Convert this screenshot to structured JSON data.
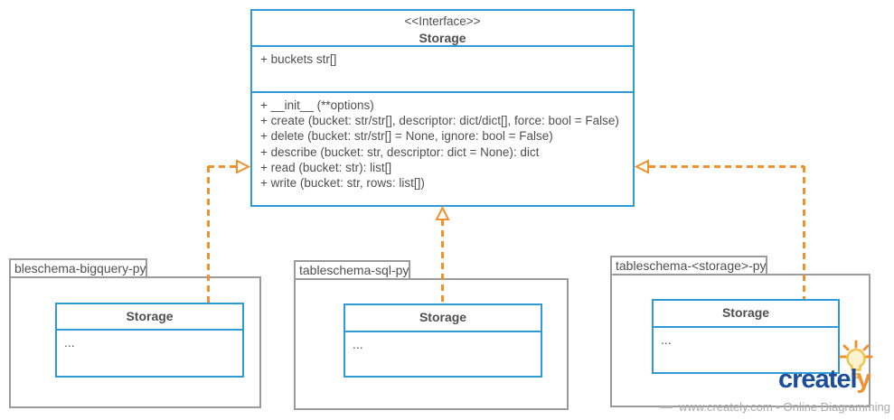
{
  "colors": {
    "class_border": "#2e9bd6",
    "package_border": "#9b9b9b",
    "text": "#4f4f4f",
    "connector_orange": "#f0912e",
    "logo_blue": "#1d4e9b",
    "logo_orange": "#f0912e",
    "watermark_gray": "#a9a9a9"
  },
  "interface": {
    "stereotype": "<<Interface>>",
    "name": "Storage",
    "attributes": {
      "0": "+ buckets str[]"
    },
    "methods": {
      "0": "+ __init__ (**options)",
      "1": "+ create (bucket: str/str[], descriptor: dict/dict[], force: bool = False)",
      "2": "+ delete (bucket: str/str[] = None, ignore: bool = False)",
      "3": "+ describe (bucket: str, descriptor: dict = None): dict",
      "4": "+ read (bucket: str): list[]",
      "5": "+ write (bucket: str, rows: list[])"
    }
  },
  "packages": {
    "0": {
      "label": "bleschema-bigquery-py",
      "class_name": "Storage",
      "class_body": "..."
    },
    "1": {
      "label": "tableschema-sql-py",
      "class_name": "Storage",
      "class_body": "..."
    },
    "2": {
      "label": "tableschema-<storage>-py",
      "class_name": "Storage",
      "class_body": "..."
    }
  },
  "connectors": {
    "type": "realization (dashed, hollow arrowhead)",
    "0": "bigquery Storage -> Interface left side",
    "1": "sql Storage -> Interface bottom",
    "2": "<storage> Storage -> Interface right side"
  },
  "watermark": {
    "logo_part_blue": "createl",
    "logo_part_orange": "y",
    "tagline": "www.creately.com • Online Diagramming"
  }
}
